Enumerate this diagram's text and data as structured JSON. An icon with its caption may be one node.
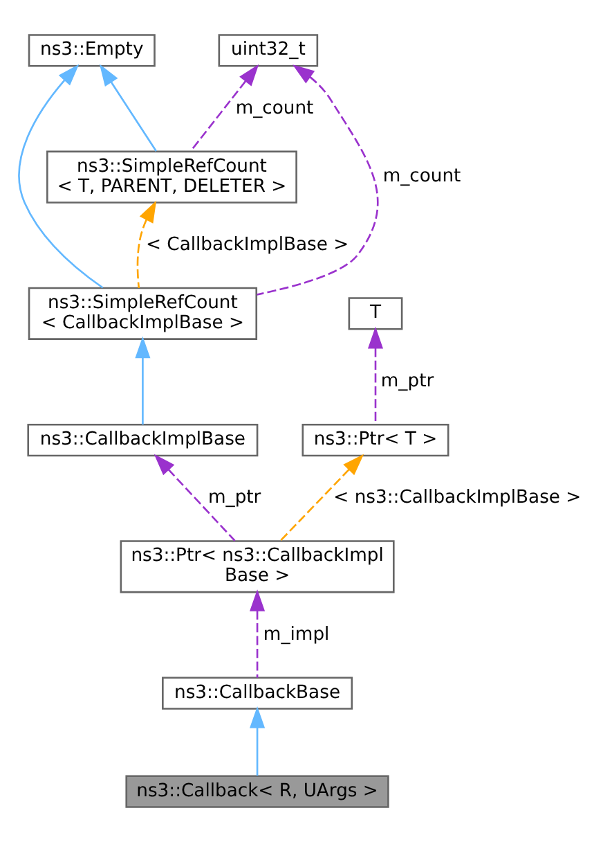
{
  "diagram": {
    "nodes": [
      {
        "text": [
          "ns3::Empty"
        ]
      },
      {
        "text": [
          "uint32_t"
        ]
      },
      {
        "text": [
          "ns3::SimpleRefCount < T, PARENT, DELETER >"
        ]
      },
      {
        "text": [
          "ns3::SimpleRefCount < CallbackImplBase >"
        ]
      },
      {
        "text": [
          "T"
        ]
      },
      {
        "text": [
          "ns3::CallbackImplBase"
        ]
      },
      {
        "text": [
          "ns3::Ptr< T >"
        ]
      },
      {
        "text": [
          "ns3::Ptr< ns3::CallbackImpl Base >"
        ]
      },
      {
        "text": [
          "ns3::CallbackBase"
        ]
      },
      {
        "text": [
          "ns3::Callback< R, UArgs >"
        ]
      }
    ],
    "edges": [
      {
        "from": 2,
        "to": 0,
        "arrow": "to",
        "color": "#63b8ff"
      },
      {
        "from": 3,
        "to": 0,
        "arrow": "to",
        "color": "#63b8ff"
      },
      {
        "from": 2,
        "to": 1,
        "arrow": "to",
        "style": "dashed",
        "label": "m_count"
      },
      {
        "from": 3,
        "to": 1,
        "arrow": "to",
        "style": "dashed",
        "label": "m_count"
      },
      {
        "from": 3,
        "to": 2,
        "arrow": "to",
        "style": "dashed",
        "color": "#ffa500",
        "label": "< CallbackImplBase >"
      },
      {
        "from": 5,
        "to": 3,
        "arrow": "to",
        "color": "#63b8ff"
      },
      {
        "from": 6,
        "to": 4,
        "arrow": "to",
        "style": "dashed",
        "label": "m_ptr"
      },
      {
        "from": 7,
        "to": 5,
        "arrow": "to",
        "style": "dashed",
        "label": "m_ptr"
      },
      {
        "from": 7,
        "to": 6,
        "arrow": "to",
        "style": "dashed",
        "color": "#ffa500",
        "label": "< ns3::CallbackImplBase >"
      },
      {
        "from": 8,
        "to": 7,
        "arrow": "to",
        "style": "dashed",
        "label": "m_impl"
      },
      {
        "from": 9,
        "to": 8,
        "arrow": "to",
        "color": "#63b8ff"
      }
    ]
  }
}
